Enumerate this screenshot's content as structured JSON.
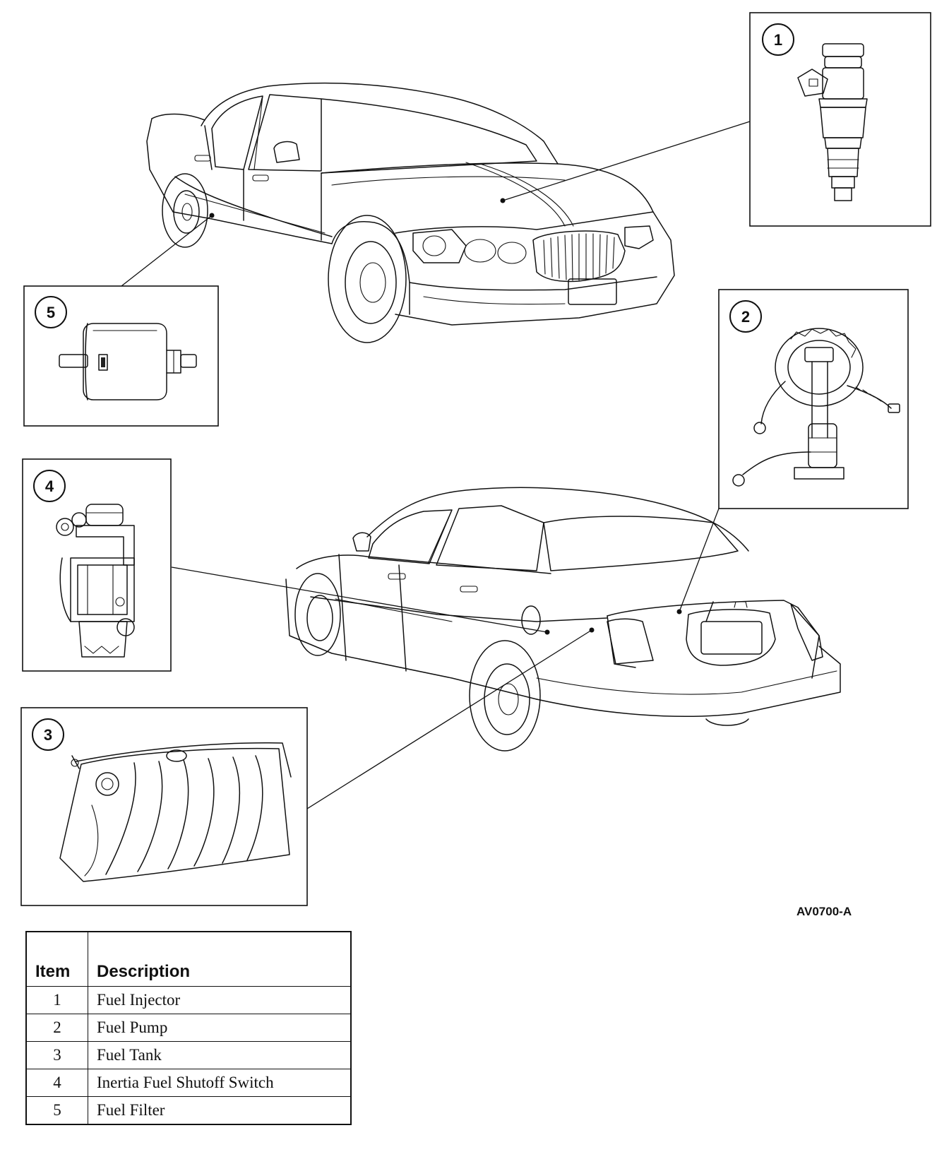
{
  "figure_code": "AV0700-A",
  "callouts": [
    "1",
    "2",
    "3",
    "4",
    "5"
  ],
  "legend": {
    "header_item": "Item",
    "header_description": "Description",
    "rows": [
      {
        "item": "1",
        "description": "Fuel Injector"
      },
      {
        "item": "2",
        "description": "Fuel Pump"
      },
      {
        "item": "3",
        "description": "Fuel Tank"
      },
      {
        "item": "4",
        "description": "Inertia Fuel Shutoff Switch"
      },
      {
        "item": "5",
        "description": "Fuel Filter"
      }
    ]
  }
}
